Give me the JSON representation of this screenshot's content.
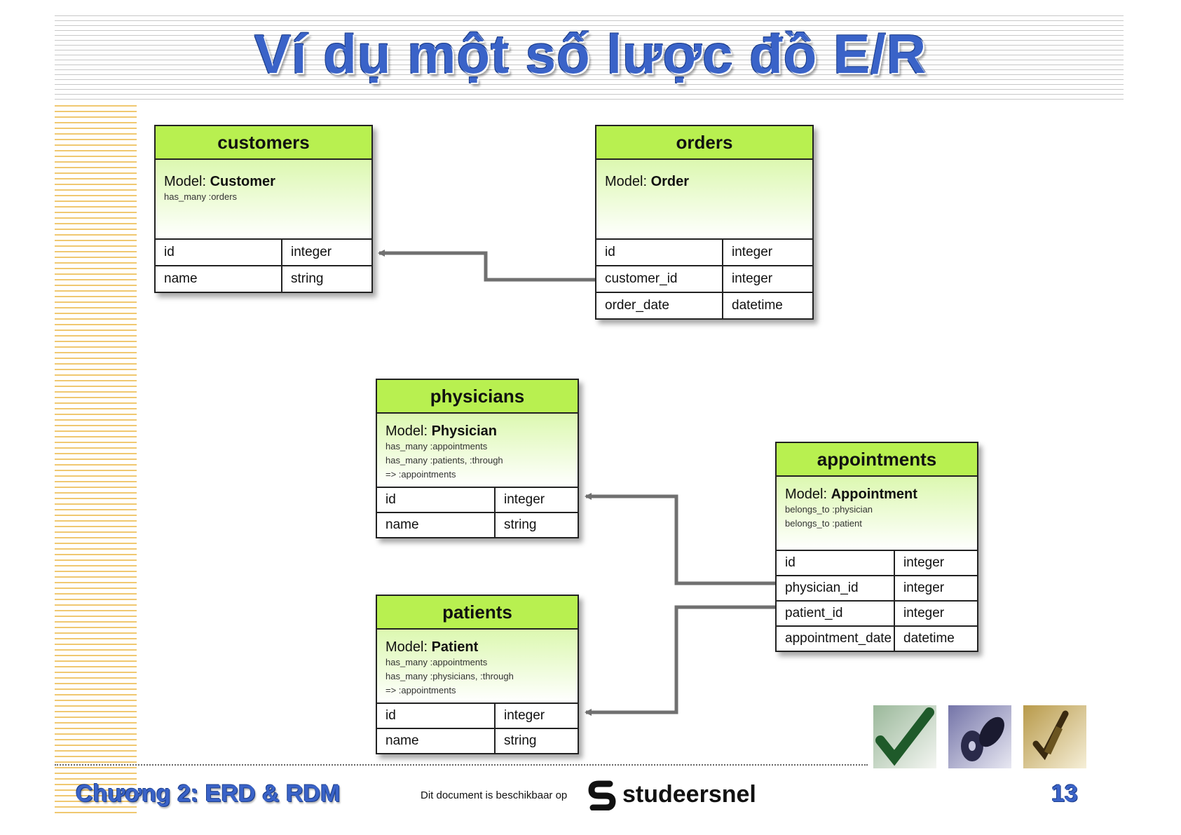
{
  "title": "Ví dụ một số lược đồ E/R",
  "tables": {
    "customers": {
      "name": "customers",
      "model_prefix": "Model:",
      "model_name": "Customer",
      "associations": [
        "has_many :orders"
      ],
      "rows": [
        [
          "id",
          "integer"
        ],
        [
          "name",
          "string"
        ]
      ]
    },
    "orders": {
      "name": "orders",
      "model_prefix": "Model:",
      "model_name": "Order",
      "associations": [],
      "rows": [
        [
          "id",
          "integer"
        ],
        [
          "customer_id",
          "integer"
        ],
        [
          "order_date",
          "datetime"
        ]
      ]
    },
    "physicians": {
      "name": "physicians",
      "model_prefix": "Model:",
      "model_name": "Physician",
      "associations": [
        "has_many :appointments",
        "has_many :patients, :through",
        "=> :appointments"
      ],
      "rows": [
        [
          "id",
          "integer"
        ],
        [
          "name",
          "string"
        ]
      ]
    },
    "patients": {
      "name": "patients",
      "model_prefix": "Model:",
      "model_name": "Patient",
      "associations": [
        "has_many :appointments",
        "has_many :physicians, :through",
        "=> :appointments"
      ],
      "rows": [
        [
          "id",
          "integer"
        ],
        [
          "name",
          "string"
        ]
      ]
    },
    "appointments": {
      "name": "appointments",
      "model_prefix": "Model:",
      "model_name": "Appointment",
      "associations": [
        "belongs_to :physician",
        "belongs_to :patient"
      ],
      "rows": [
        [
          "id",
          "integer"
        ],
        [
          "physician_id",
          "integer"
        ],
        [
          "patient_id",
          "integer"
        ],
        [
          "appointment_date",
          "datetime"
        ]
      ]
    }
  },
  "footer": {
    "chapter": "Chương 2: ERD & RDM",
    "available": "Dit document is beschikbaar op",
    "brand": "studeersnel",
    "page_number": "13"
  },
  "colors": {
    "table_header": "#b8f050",
    "title_blue": "#3a63c8",
    "connector": "#707070"
  }
}
